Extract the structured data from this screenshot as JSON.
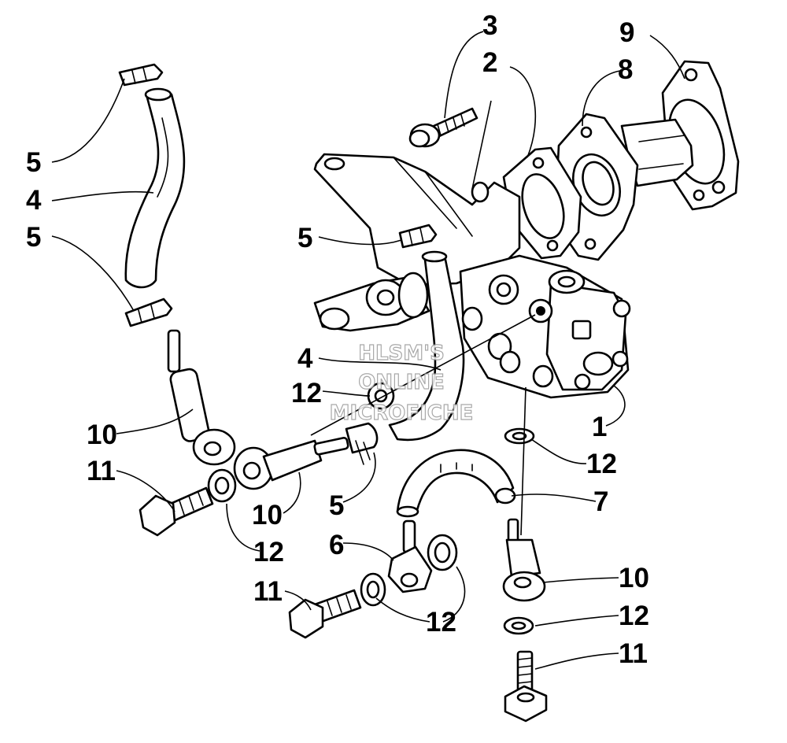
{
  "callouts": {
    "c1": "1",
    "c2": "2",
    "c3": "3",
    "c4_top": "4",
    "c4_mid": "4",
    "c5_a": "5",
    "c5_b": "5",
    "c5_c": "5",
    "c5_d": "5",
    "c6": "6",
    "c7": "7",
    "c8": "8",
    "c9": "9",
    "c10_a": "10",
    "c10_b": "10",
    "c10_c": "10",
    "c11_a": "11",
    "c11_b": "11",
    "c11_c": "11",
    "c12_a": "12",
    "c12_b": "12",
    "c12_c": "12",
    "c12_d": "12",
    "c12_e": "12"
  },
  "watermark": {
    "line1": "HLSM'S",
    "line2": "ONLINE",
    "line3": "MICROFICHE"
  }
}
